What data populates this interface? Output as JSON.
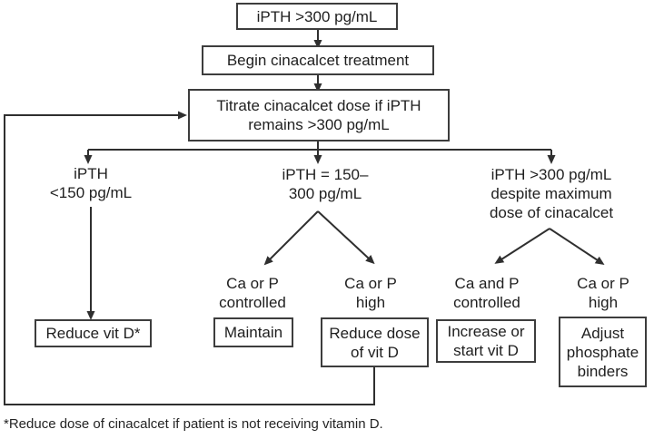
{
  "figure": {
    "boxes": {
      "start": "iPTH >300 pg/mL",
      "begin_treatment": "Begin cinacalcet treatment",
      "titrate": "Titrate cinacalcet dose if iPTH\nremains >300 pg/mL",
      "reduce_vit_d": "Reduce vit D*",
      "maintain": "Maintain",
      "reduce_dose_vit_d": "Reduce dose\nof vit D",
      "increase_start_vit_d": "Increase or\nstart vit D",
      "adjust_phosphate_binders": "Adjust\nphosphate\nbinders"
    },
    "branches": {
      "ipth_low": "iPTH\n<150 pg/mL",
      "ipth_target": "iPTH = 150–\n300 pg/mL",
      "ipth_high": "iPTH >300 pg/mL\ndespite maximum\ndose of cinacalcet"
    },
    "conditions": {
      "ca_or_p_controlled": "Ca or P\ncontrolled",
      "ca_or_p_high_mid": "Ca or P\nhigh",
      "ca_and_p_controlled": "Ca and P\ncontrolled",
      "ca_or_p_high_right": "Ca or P\nhigh"
    },
    "footnote": "*Reduce dose of cinacalcet if patient is not receiving vitamin D.",
    "colors": {
      "line": "#2f2f2f",
      "box_border": "#3d3d3d",
      "text": "#1f1f1f",
      "background": "#ffffff"
    }
  }
}
